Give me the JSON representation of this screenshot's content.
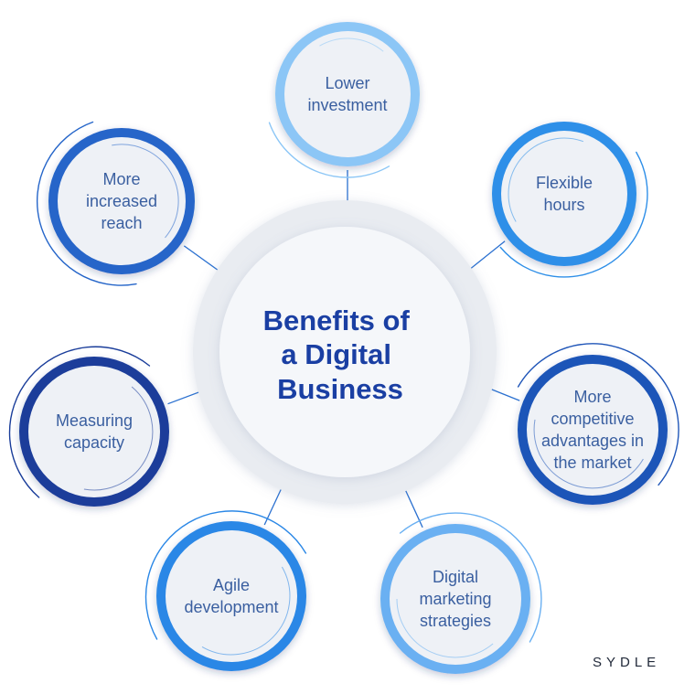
{
  "center": {
    "lines": [
      "Benefits of",
      "a Digital",
      "Business"
    ]
  },
  "nodes": [
    {
      "id": "lower-investment",
      "lines": [
        "Lower",
        "investment"
      ],
      "accent": "#8cc6f6"
    },
    {
      "id": "flexible-hours",
      "lines": [
        "Flexible",
        "hours"
      ],
      "accent": "#2f8fe8"
    },
    {
      "id": "competitive-advantages",
      "lines": [
        "More",
        "competitive",
        "advantages in",
        "the market"
      ],
      "accent": "#1f55b8"
    },
    {
      "id": "digital-marketing",
      "lines": [
        "Digital",
        "marketing",
        "strategies"
      ],
      "accent": "#6ab0f2"
    },
    {
      "id": "agile-development",
      "lines": [
        "Agile",
        "development"
      ],
      "accent": "#2a87e6"
    },
    {
      "id": "measuring-capacity",
      "lines": [
        "Measuring",
        "capacity"
      ],
      "accent": "#1a3d9a"
    },
    {
      "id": "increased-reach",
      "lines": [
        "More",
        "increased",
        "reach"
      ],
      "accent": "#2565c9"
    }
  ],
  "colors": {
    "node_fill": "#eef1f6",
    "center_fill": "#f4f6f9",
    "center_ring": "#e6e9ee",
    "connector": "#2a70d0",
    "title_text": "#1a3fa3",
    "node_text": "#3a5fa0"
  },
  "brand": "SYDLE"
}
